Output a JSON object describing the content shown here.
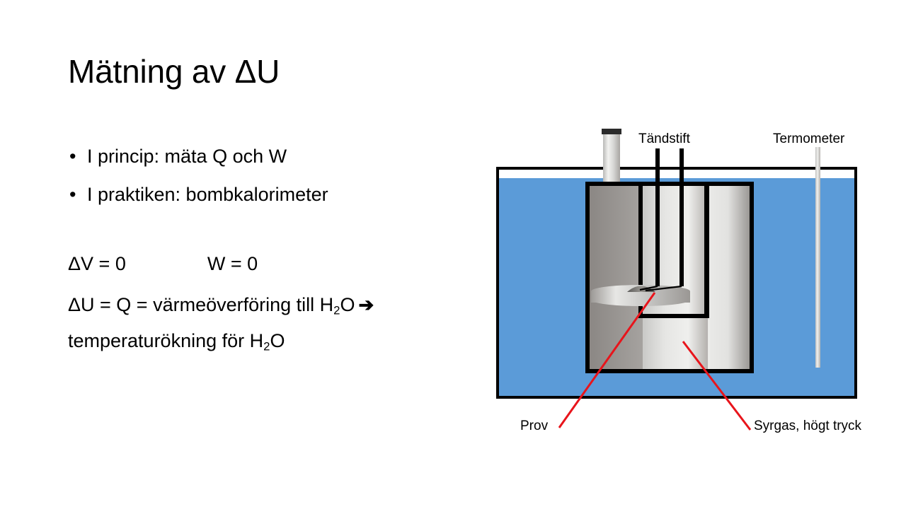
{
  "slide": {
    "title": "Mätning av ΔU",
    "background_color": "#FFFFFF",
    "text_color": "#000000"
  },
  "bullets": [
    {
      "marker": "•",
      "text": "I princip: mäta Q och W"
    },
    {
      "marker": "•",
      "text": "I praktiken: bombkalorimeter"
    }
  ],
  "equations": {
    "line1_left": "ΔV = 0",
    "line1_right": "W = 0",
    "line2_part1": "ΔU = Q = värmeöverföring till H",
    "line2_sub1": "2",
    "line2_part2": "O",
    "line2_arrow": "➔",
    "line3_part1": "temperaturökning för H",
    "line3_sub1": "2",
    "line3_part2": "O"
  },
  "figure": {
    "name": "bomb-calorimeter-diagram",
    "labels": {
      "ignition": "Tändstift",
      "thermometer": "Termometer",
      "sample": "Prov",
      "oxygen": "Syrgas, högt tryck"
    },
    "colors": {
      "water": "#5B9BD8",
      "outline": "#000000",
      "metal_dark": "#8A8683",
      "metal_light": "#EDEDEB",
      "leader_line": "#E8141B",
      "thermometer_stem": "#D4D4D2"
    }
  }
}
